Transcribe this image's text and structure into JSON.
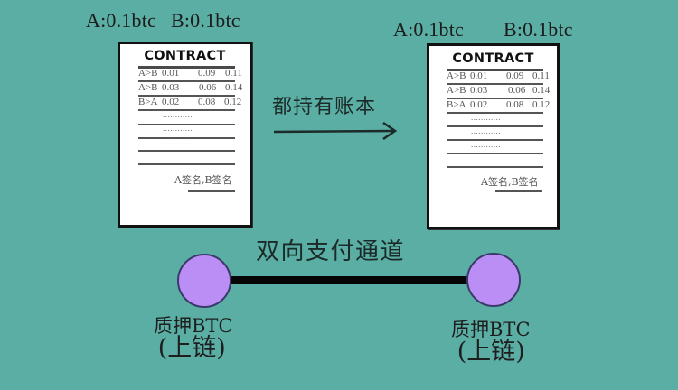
{
  "colors": {
    "background": "#5aaea4",
    "node_fill": "#bb8ef5",
    "node_stroke": "#3a3a6a",
    "channel_line": "#060606",
    "contract_bg": "#ffffff"
  },
  "left": {
    "balance_a": "A:0.1btc",
    "balance_b": "B:0.1btc",
    "contract": {
      "title": "CONTRACT",
      "rows": [
        {
          "dir": "A>B",
          "amount": "0.01",
          "a": "0.09",
          "b": "0.11"
        },
        {
          "dir": "A>B",
          "amount": "0.03",
          "a": "0.06",
          "b": "0.14"
        },
        {
          "dir": "B>A",
          "amount": "0.02",
          "a": "0.08",
          "b": "0.12"
        }
      ],
      "placeholder": "............",
      "signatures": "A签名,B签名"
    }
  },
  "right": {
    "balance_a": "A:0.1btc",
    "balance_b": "B:0.1btc",
    "contract": {
      "title": "CONTRACT",
      "rows": [
        {
          "dir": "A>B",
          "amount": "0.01",
          "a": "0.09",
          "b": "0.11"
        },
        {
          "dir": "A>B",
          "amount": "0.03",
          "a": "0.06",
          "b": "0.14"
        },
        {
          "dir": "B>A",
          "amount": "0.02",
          "a": "0.08",
          "b": "0.12"
        }
      ],
      "placeholder": "............",
      "signatures": "A签名,B签名"
    }
  },
  "arrow": {
    "label": "都持有账本",
    "icon": "right-arrow-icon"
  },
  "channel": {
    "label": "双向支付通道",
    "left_node": {
      "line1": "质押BTC",
      "line2": "(上链)"
    },
    "right_node": {
      "line1": "质押BTC",
      "line2": "(上链)"
    }
  }
}
